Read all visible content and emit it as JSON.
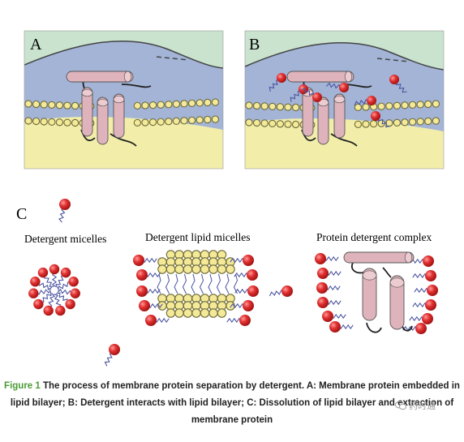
{
  "panels": {
    "a": {
      "label": "A"
    },
    "b": {
      "label": "B"
    },
    "c": {
      "label": "C",
      "titles": {
        "micelles": "Detergent micelles",
        "lipid_micelles": "Detergent lipid micelles",
        "complex": "Protein detergent complex"
      }
    }
  },
  "caption": {
    "figure_label": "Figure 1",
    "text": " The process of membrane protein separation by detergent. A: Membrane protein embedded in lipid bilayer; B: Detergent interacts with lipid bilayer; C: Dissolution of lipid bilayer and extraction of membrane protein"
  },
  "watermark": {
    "text": "药时通"
  },
  "colors": {
    "water": "#c9e3cf",
    "membrane_zone": "#a3b4d6",
    "bottom_zone": "#f2eeaa",
    "lipid_head": "#f3e998",
    "lipid_outline": "#6e6a38",
    "protein": "#dfb3bb",
    "protein_outline": "#555555",
    "detergent_head": "#d92828",
    "detergent_tail": "#4b55a0",
    "figure_label": "#4a9a34"
  }
}
